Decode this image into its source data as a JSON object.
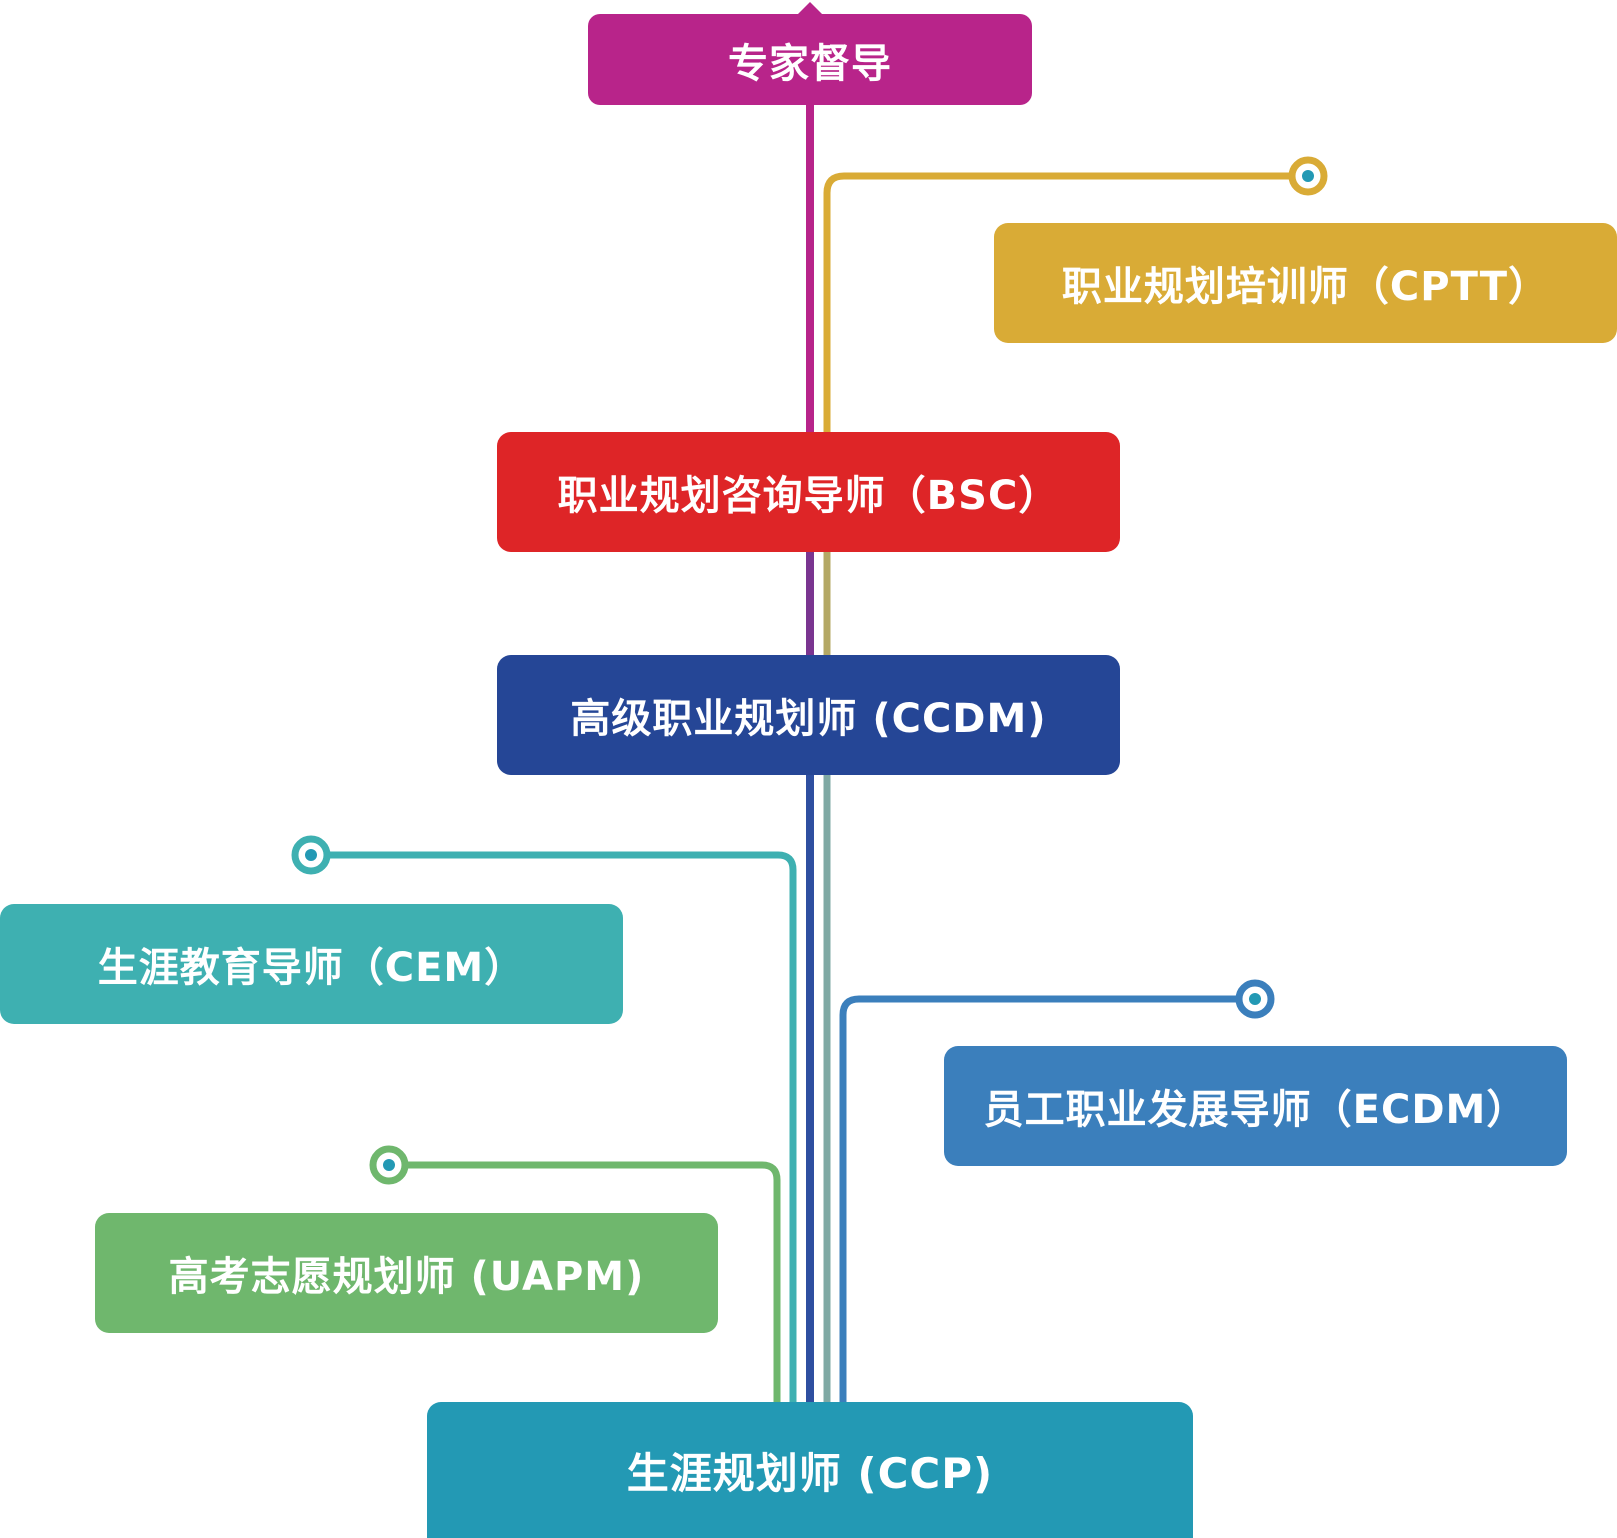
{
  "diagram": {
    "nodes": {
      "expert": {
        "label": "专家督导",
        "color": "#b8248a"
      },
      "cptt": {
        "label": "职业规划培训师（CPTT）",
        "color": "#d9ab36"
      },
      "bsc": {
        "label": "职业规划咨询导师（BSC）",
        "color": "#de2527"
      },
      "ccdm": {
        "label": "高级职业规划师 (CCDM)",
        "color": "#254696"
      },
      "cem": {
        "label": "生涯教育导师（CEM）",
        "color": "#3eb0b1"
      },
      "ecdm": {
        "label": "员工职业发展导师（ECDM）",
        "color": "#3b7fbc"
      },
      "uapm": {
        "label": "高考志愿规划师 (UAPM)",
        "color": "#6fb76d"
      },
      "ccp": {
        "label": "生涯规划师 (CCP)",
        "color": "#2399b4"
      }
    },
    "edges": [
      {
        "from": "ccp",
        "to": "cptt",
        "color": "#d9ab36"
      },
      {
        "from": "ccp",
        "to": "expert",
        "color": "#b8248a"
      },
      {
        "from": "ccp",
        "to": "bsc",
        "color": "#de2527"
      },
      {
        "from": "ccp",
        "to": "ccdm",
        "color": "#254696"
      },
      {
        "from": "ccp",
        "to": "cem",
        "color": "#3eb0b1"
      },
      {
        "from": "ccp",
        "to": "ecdm",
        "color": "#3b7fbc"
      },
      {
        "from": "ccp",
        "to": "uapm",
        "color": "#6fb76d"
      }
    ]
  }
}
